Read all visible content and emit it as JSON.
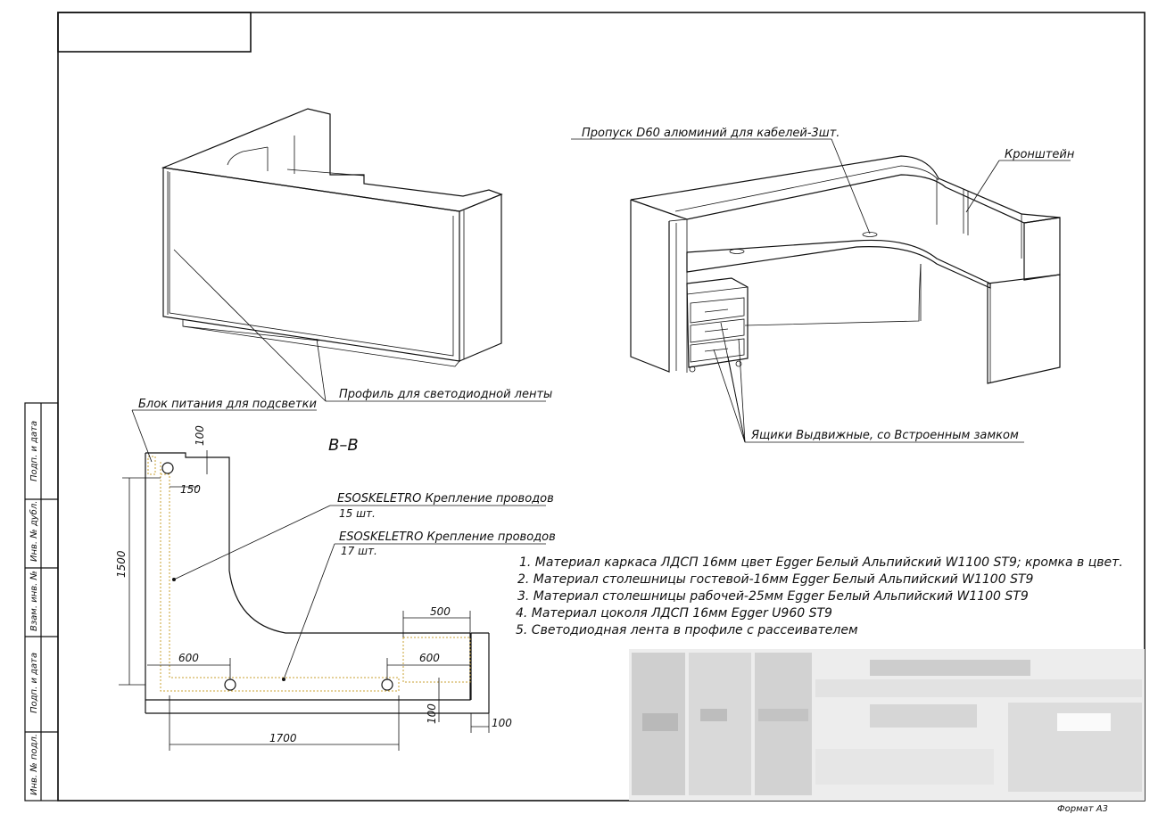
{
  "sheet": {
    "section_label": "В–В",
    "format_label": "Формат А3"
  },
  "side_stamp": {
    "cells": [
      "Подп. и дата",
      "Инв. № дубл.",
      "Взам. инв. №",
      "Подп. и дата",
      "Инв. № подл."
    ]
  },
  "callouts": {
    "cable_grommet": "Пропуск D60 алюминий для кабелей-3шт.",
    "bracket": "Кронштейн",
    "led_profile": "Профиль для светодиодной ленты",
    "drawers": "Ящики Выдвижные, со Встроенным замком",
    "power_supply": "Блок питания для подсветки",
    "wire_clip_1_name": "ESOSKELETRO Крепление проводов",
    "wire_clip_1_qty": "15 шт.",
    "wire_clip_2_name": "ESOSKELETRO Крепление проводов",
    "wire_clip_2_qty": "17 шт."
  },
  "dimensions": {
    "d100_top": "100",
    "d150": "150",
    "d1500": "1500",
    "d600_left": "600",
    "d500": "500",
    "d600_right": "600",
    "d1700": "1700",
    "d100_bottom": "100",
    "d100_right": "100"
  },
  "notes": [
    "1. Материал каркаса ЛДСП 16мм цвет Egger Белый Альпийский W1100 ST9; кромка в цвет.",
    "2. Материал столешницы гостевой-16мм Egger Белый Альпийский W1100 ST9",
    "3. Материал столешницы рабочей-25мм Egger Белый Альпийский W1100 ST9",
    "4. Материал цоколя ЛДСП 16мм  Egger U960 ST9",
    "5. Светодиодная лента в профиле с рассеивателем"
  ],
  "colors": {
    "line": "#111111",
    "led_strip": "#c8a030",
    "blur_block": "#c8c8c8"
  }
}
